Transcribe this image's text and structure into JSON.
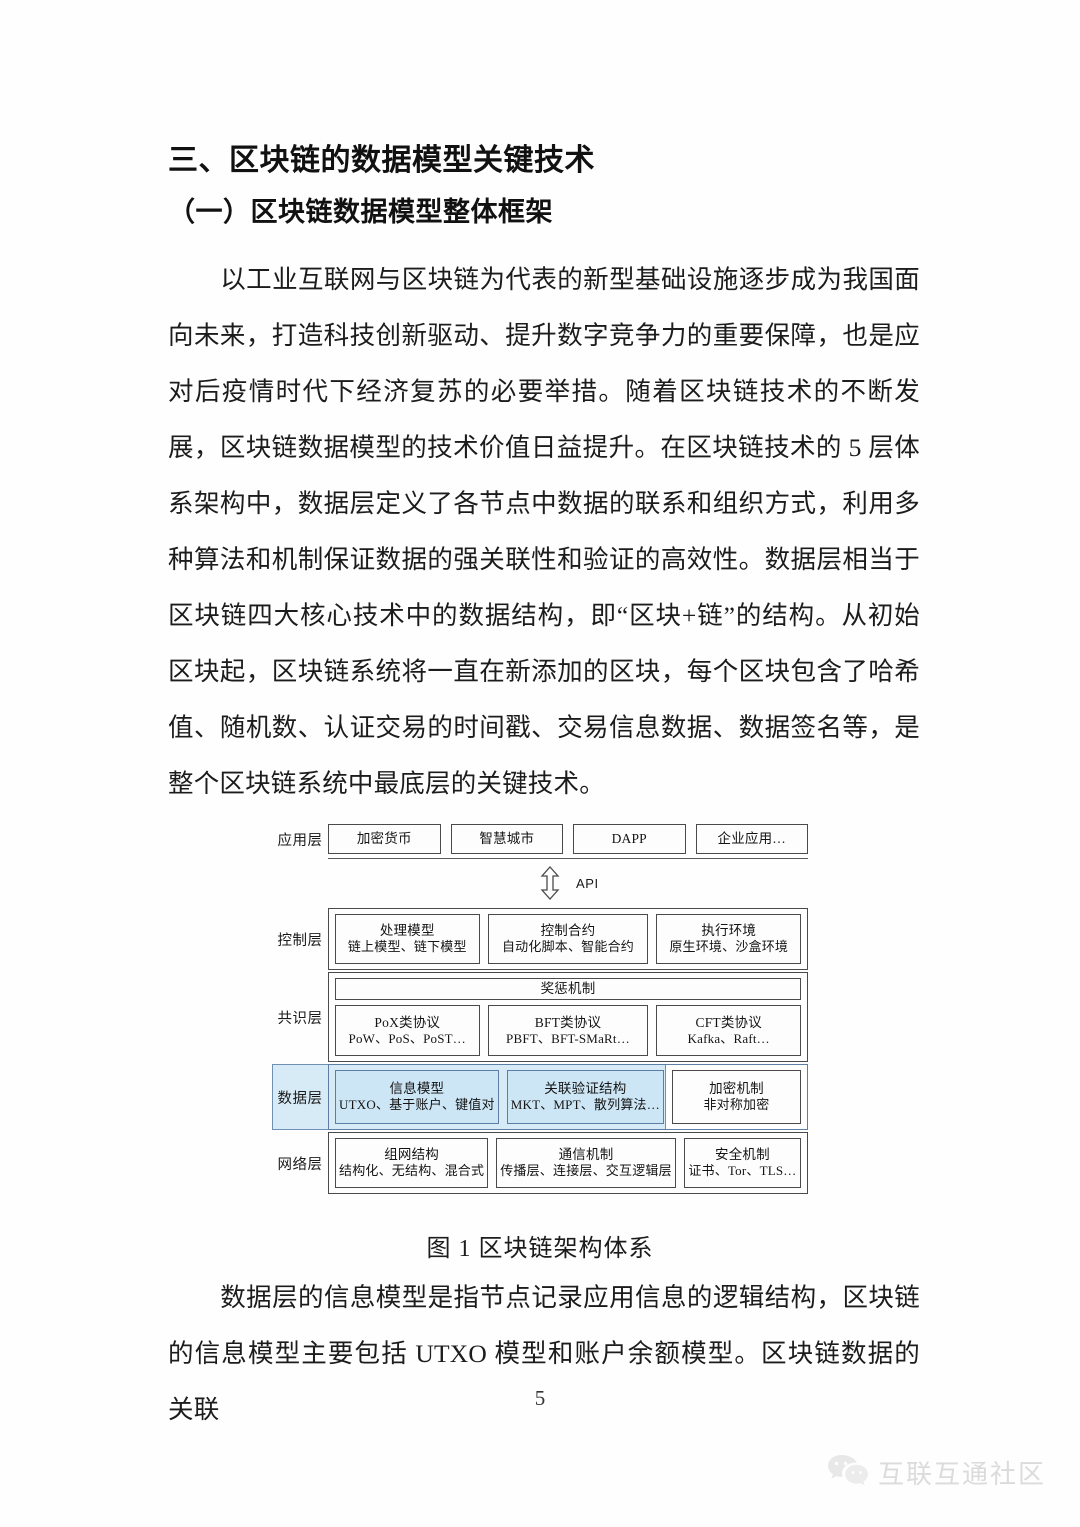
{
  "document": {
    "heading1": "三、区块链的数据模型关键技术",
    "heading2": "（一）区块链数据模型整体框架",
    "paragraph1": "以工业互联网与区块链为代表的新型基础设施逐步成为我国面向未来，打造科技创新驱动、提升数字竞争力的重要保障，也是应对后疫情时代下经济复苏的必要举措。随着区块链技术的不断发展，区块链数据模型的技术价值日益提升。在区块链技术的 5 层体系架构中，数据层定义了各节点中数据的联系和组织方式，利用多种算法和机制保证数据的强关联性和验证的高效性。数据层相当于区块链四大核心技术中的数据结构，即“区块+链”的结构。从初始区块起，区块链系统将一直在新添加的区块，每个区块包含了哈希值、随机数、认证交易的时间戳、交易信息数据、数据签名等，是整个区块链系统中最底层的关键技术。",
    "paragraph2": "数据层的信息模型是指节点记录应用信息的逻辑结构，区块链的信息模型主要包括 UTXO 模型和账户余额模型。区块链数据的关联",
    "figure_caption": "图 1 区块链架构体系",
    "page_number": "5"
  },
  "watermark": {
    "icon": "wechat-icon",
    "text": "互联互通社区"
  },
  "figure": {
    "api": {
      "label": "API",
      "arrow_icon": "double-arrow-vertical-icon"
    },
    "layers": [
      {
        "label": "应用层",
        "style": "plain",
        "boxes": [
          {
            "t1": "加密货币",
            "t2": ""
          },
          {
            "t1": "智慧城市",
            "t2": ""
          },
          {
            "t1": "DAPP",
            "t2": ""
          },
          {
            "t1": "企业应用…",
            "t2": ""
          }
        ]
      },
      {
        "label": "控制层",
        "style": "framed",
        "boxes": [
          {
            "t1": "处理模型",
            "t2": "链上模型、链下模型"
          },
          {
            "t1": "控制合约",
            "t2": "自动化脚本、智能合约"
          },
          {
            "t1": "执行环境",
            "t2": "原生环境、沙盒环境"
          }
        ]
      },
      {
        "label": "共识层",
        "style": "framed",
        "full_width_box": {
          "t1": "奖惩机制",
          "t2": ""
        },
        "boxes": [
          {
            "t1": "PoX类协议",
            "t2": "PoW、PoS、PoST…"
          },
          {
            "t1": "BFT类协议",
            "t2": "PBFT、BFT-SMaRt…"
          },
          {
            "t1": "CFT类协议",
            "t2": "Kafka、Raft…"
          }
        ]
      },
      {
        "label": "数据层",
        "style": "framed-highlight",
        "highlight_color": "#d7ebf7",
        "boxes": [
          {
            "t1": "信息模型",
            "t2": "UTXO、基于账户、键值对",
            "highlighted": true
          },
          {
            "t1": "关联验证结构",
            "t2": "MKT、MPT、散列算法…",
            "highlighted": true
          },
          {
            "t1": "加密机制",
            "t2": "非对称加密",
            "highlighted": false
          }
        ]
      },
      {
        "label": "网络层",
        "style": "framed",
        "boxes": [
          {
            "t1": "组网结构",
            "t2": "结构化、无结构、混合式"
          },
          {
            "t1": "通信机制",
            "t2": "传播层、连接层、交互逻辑层"
          },
          {
            "t1": "安全机制",
            "t2": "证书、Tor、TLS…"
          }
        ]
      }
    ]
  }
}
